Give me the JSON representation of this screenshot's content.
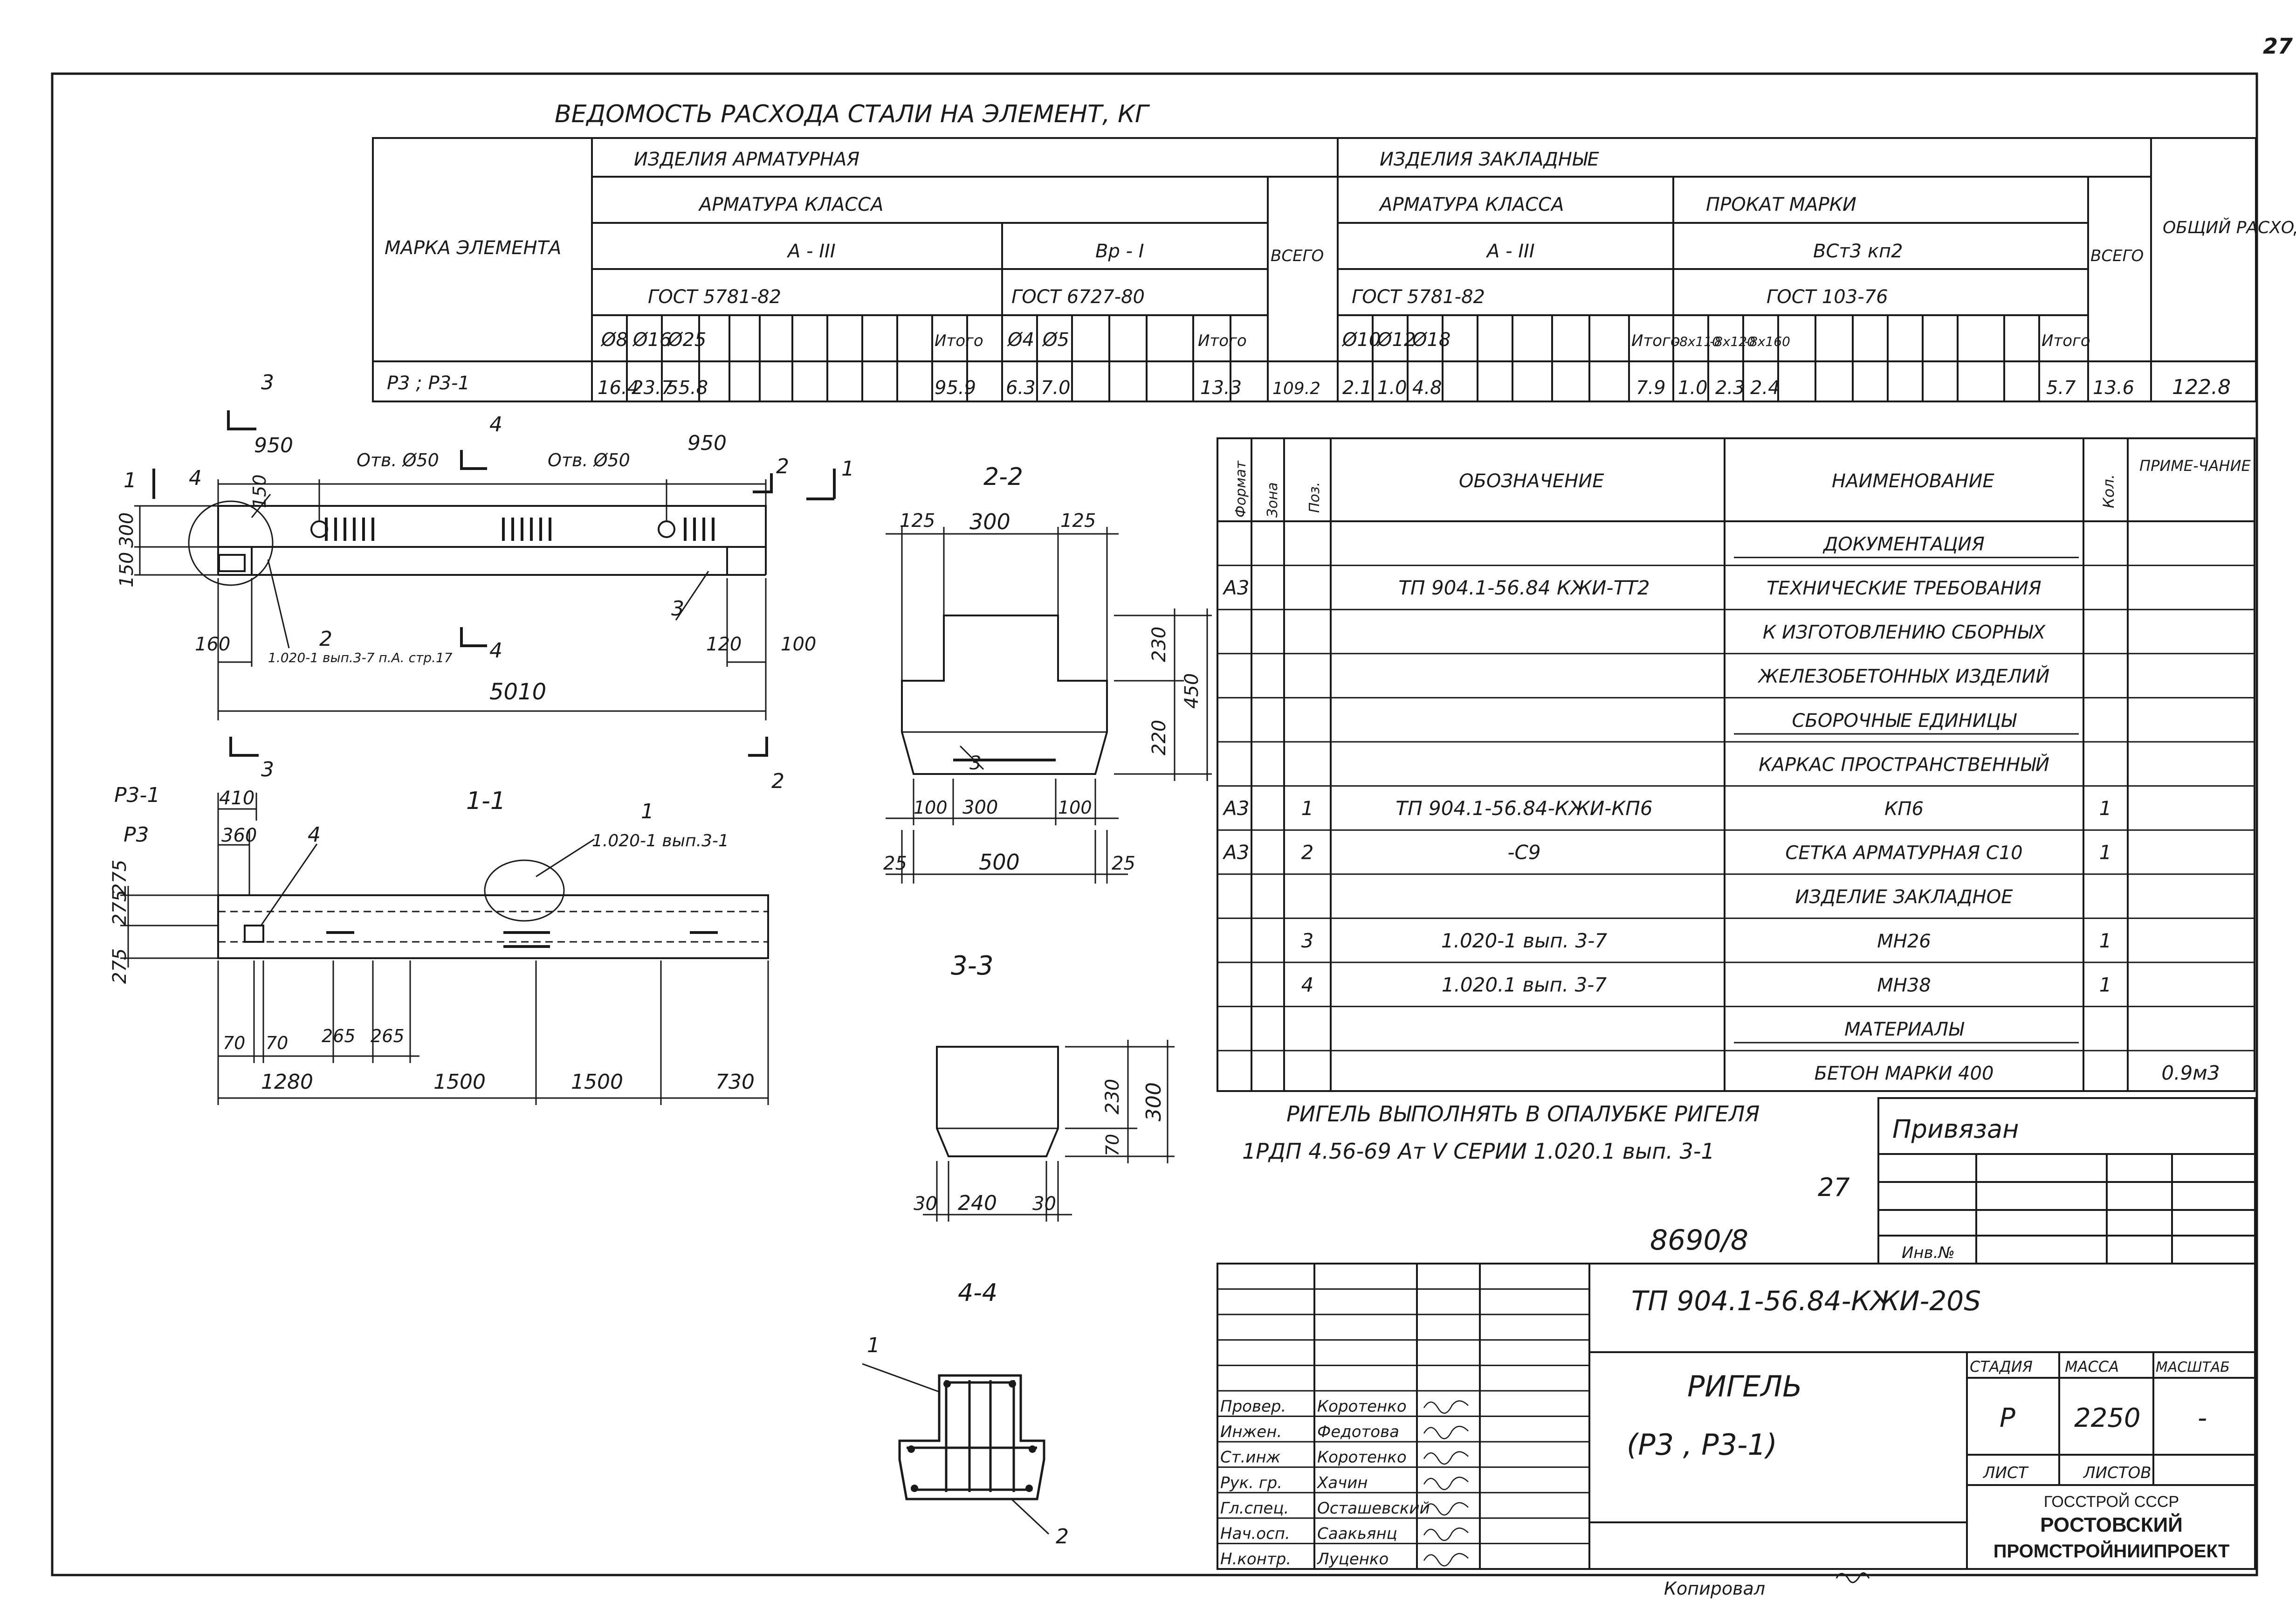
{
  "page_number": "27",
  "steel_table": {
    "title": "ВЕДОМОСТЬ РАСХОДА СТАЛИ НА ЭЛЕМЕНТ, КГ",
    "col_mark": "МАРКА ЭЛЕМЕНТА",
    "reinf_products": "ИЗДЕЛИЯ АРМАТУРНАЯ",
    "reinf_class": "АРМАТУРА КЛАССА",
    "class_a3": "А - III",
    "class_bp1": "Вр - I",
    "gost_5781": "ГОСТ 5781-82",
    "gost_6727": "ГОСТ 6727-80",
    "total": "ВСЕГО",
    "embedded": "ИЗДЕЛИЯ ЗАКЛАДНЫЕ",
    "emb_class": "АРМАТУРА КЛАССА",
    "emb_a3": "А - III",
    "emb_gost": "ГОСТ 5781-82",
    "rolled": "ПРОКАТ МАРКИ",
    "steel_grade": "ВСт3 кп2",
    "gost_103": "ГОСТ 103-76",
    "total_all": "ОБЩИЙ РАСХОД",
    "itogo": "Итого",
    "g1_heads": [
      "Ø8",
      "Ø16",
      "Ø25"
    ],
    "g2_heads": [
      "Ø4",
      "Ø5"
    ],
    "g3_heads": [
      "Ø10",
      "Ø12",
      "Ø18"
    ],
    "g4_heads": [
      "-8х110",
      "-8х120",
      "-8х160"
    ],
    "row": {
      "mark": "Р3 ; Р3-1",
      "g1": [
        "16.4",
        "23.7",
        "55.8"
      ],
      "g1_total": "95.9",
      "g2": [
        "6.3",
        "7.0"
      ],
      "g2_total": "13.3",
      "reinf_total": "109.2",
      "g3": [
        "2.1",
        "1.0",
        "4.8"
      ],
      "g3_total": "7.9",
      "g4": [
        "1.0",
        "2.3",
        "2.4"
      ],
      "g4_total": "5.7",
      "emb_total": "13.6",
      "grand_total": "122.8"
    }
  },
  "spec": {
    "head_format": "Формат",
    "head_zone": "Зона",
    "head_pos": "Поз.",
    "head_designation": "ОБОЗНАЧЕНИЕ",
    "head_name": "НАИМЕНОВАНИЕ",
    "head_qty": "Кол.",
    "head_note": "ПРИМЕ-ЧАНИЕ",
    "rows": [
      {
        "fmt": "",
        "pos": "",
        "des": "",
        "name": "ДОКУМЕНТАЦИЯ",
        "qty": "",
        "note": ""
      },
      {
        "fmt": "А3",
        "pos": "",
        "des": "ТП 904.1-56.84 КЖИ-ТТ2",
        "name": "ТЕХНИЧЕСКИЕ ТРЕБОВАНИЯ",
        "qty": "",
        "note": ""
      },
      {
        "fmt": "",
        "pos": "",
        "des": "",
        "name": "К ИЗГОТОВЛЕНИЮ СБОРНЫХ",
        "qty": "",
        "note": ""
      },
      {
        "fmt": "",
        "pos": "",
        "des": "",
        "name": "ЖЕЛЕЗОБЕТОННЫХ ИЗДЕЛИЙ",
        "qty": "",
        "note": ""
      },
      {
        "fmt": "",
        "pos": "",
        "des": "",
        "name": "СБОРОЧНЫЕ ЕДИНИЦЫ",
        "qty": "",
        "note": ""
      },
      {
        "fmt": "",
        "pos": "",
        "des": "",
        "name": "КАРКАС ПРОСТРАНСТВЕННЫЙ",
        "qty": "",
        "note": ""
      },
      {
        "fmt": "А3",
        "pos": "1",
        "des": "ТП 904.1-56.84-КЖИ-КП6",
        "name": "КП6",
        "qty": "1",
        "note": ""
      },
      {
        "fmt": "А3",
        "pos": "2",
        "des": "-С9",
        "name": "СЕТКА АРМАТУРНАЯ С10",
        "qty": "1",
        "note": ""
      },
      {
        "fmt": "",
        "pos": "",
        "des": "",
        "name": "ИЗДЕЛИЕ ЗАКЛАДНОЕ",
        "qty": "",
        "note": ""
      },
      {
        "fmt": "",
        "pos": "3",
        "des": "1.020-1 вып. 3-7",
        "name": "МН26",
        "qty": "1",
        "note": ""
      },
      {
        "fmt": "",
        "pos": "4",
        "des": "1.020.1 вып. 3-7",
        "name": "МН38",
        "qty": "1",
        "note": ""
      },
      {
        "fmt": "",
        "pos": "",
        "des": "",
        "name": "МАТЕРИАЛЫ",
        "qty": "",
        "note": ""
      },
      {
        "fmt": "",
        "pos": "",
        "des": "",
        "name": "БЕТОН МАРКИ 400",
        "qty": "",
        "note": "0.9м3"
      }
    ]
  },
  "note": {
    "line1": "РИГЕЛЬ ВЫПОЛНЯТЬ В ОПАЛУБКЕ РИГЕЛЯ",
    "line2": "1РДП 4.56-69 Ат V СЕРИИ 1.020.1 вып. 3-1",
    "sheet_ref": "27",
    "inv": "8690/8"
  },
  "privyazan": {
    "label": "Привязан",
    "inv_label": "Инв.№"
  },
  "title_block": {
    "code": "ТП 904.1-56.84-КЖИ-20S",
    "name_line1": "РИГЕЛЬ",
    "name_line2": "(Р3 , Р3-1)",
    "stage_label": "СТАДИЯ",
    "mass_label": "МАССА",
    "scale_label": "МАСШТАБ",
    "stage": "Р",
    "mass": "2250",
    "scale": "-",
    "sheet_label": "ЛИСТ",
    "sheets_label": "ЛИСТОВ",
    "org1": "ГОССТРОЙ СССР",
    "org2": "РОСТОВСКИЙ",
    "org3": "ПРОМСТРОЙНИИПРОЕКТ",
    "signers": [
      {
        "role": "Провер.",
        "name": "Коротенко"
      },
      {
        "role": "Инжен.",
        "name": "Федотова"
      },
      {
        "role": "Ст.инж",
        "name": "Коротенко"
      },
      {
        "role": "Рук. гр.",
        "name": "Хачин"
      },
      {
        "role": "Гл.спец.",
        "name": "Осташевский"
      },
      {
        "role": "Нач.осп.",
        "name": "Саакьянц"
      },
      {
        "role": "Н.контр.",
        "name": "Луценко"
      }
    ]
  },
  "copied": "Копировал",
  "views": {
    "section_22": "2-2",
    "section_11": "1-1",
    "section_33": "3-3",
    "section_44": "4-4",
    "cut3": "3",
    "cut4": "4",
    "cut2": "2",
    "cut1": "1",
    "front": {
      "hole_l": "Отв. Ø50",
      "hole_r": "Отв. Ø50",
      "d950a": "950",
      "d950b": "950",
      "d150": "150",
      "d300": "300",
      "d150b": "150",
      "d160": "160",
      "d120": "120",
      "d100": "100",
      "len": "5010",
      "pos2": "2",
      "pos3": "3",
      "pos4": "4",
      "ref": "1.020-1 вып.3-7 п.А. стр.17"
    },
    "plan": {
      "p31": "Р3-1",
      "p3": "Р3",
      "d410": "410",
      "d360": "360",
      "d275a": "275",
      "d275b": "275",
      "d275c": "275",
      "d70a": "70",
      "d70b": "70",
      "d265a": "265",
      "d265b": "265",
      "d1280": "1280",
      "d1500a": "1500",
      "d1500b": "1500",
      "d730": "730",
      "pos4": "4",
      "pos1": "1",
      "ref": "1.020-1 вып.3-1"
    },
    "s22": {
      "d125a": "125",
      "d300": "300",
      "d125b": "125",
      "d230": "230",
      "d450": "450",
      "d220": "220",
      "d100a": "100",
      "d300b": "300",
      "d100b": "100",
      "d25a": "25",
      "d500": "500",
      "d25b": "25",
      "pos3": "3"
    },
    "s33": {
      "d230": "230",
      "d300": "300",
      "d70": "70",
      "d30a": "30",
      "d240": "240",
      "d30b": "30"
    },
    "s44": {
      "pos1": "1",
      "pos2": "2"
    }
  }
}
